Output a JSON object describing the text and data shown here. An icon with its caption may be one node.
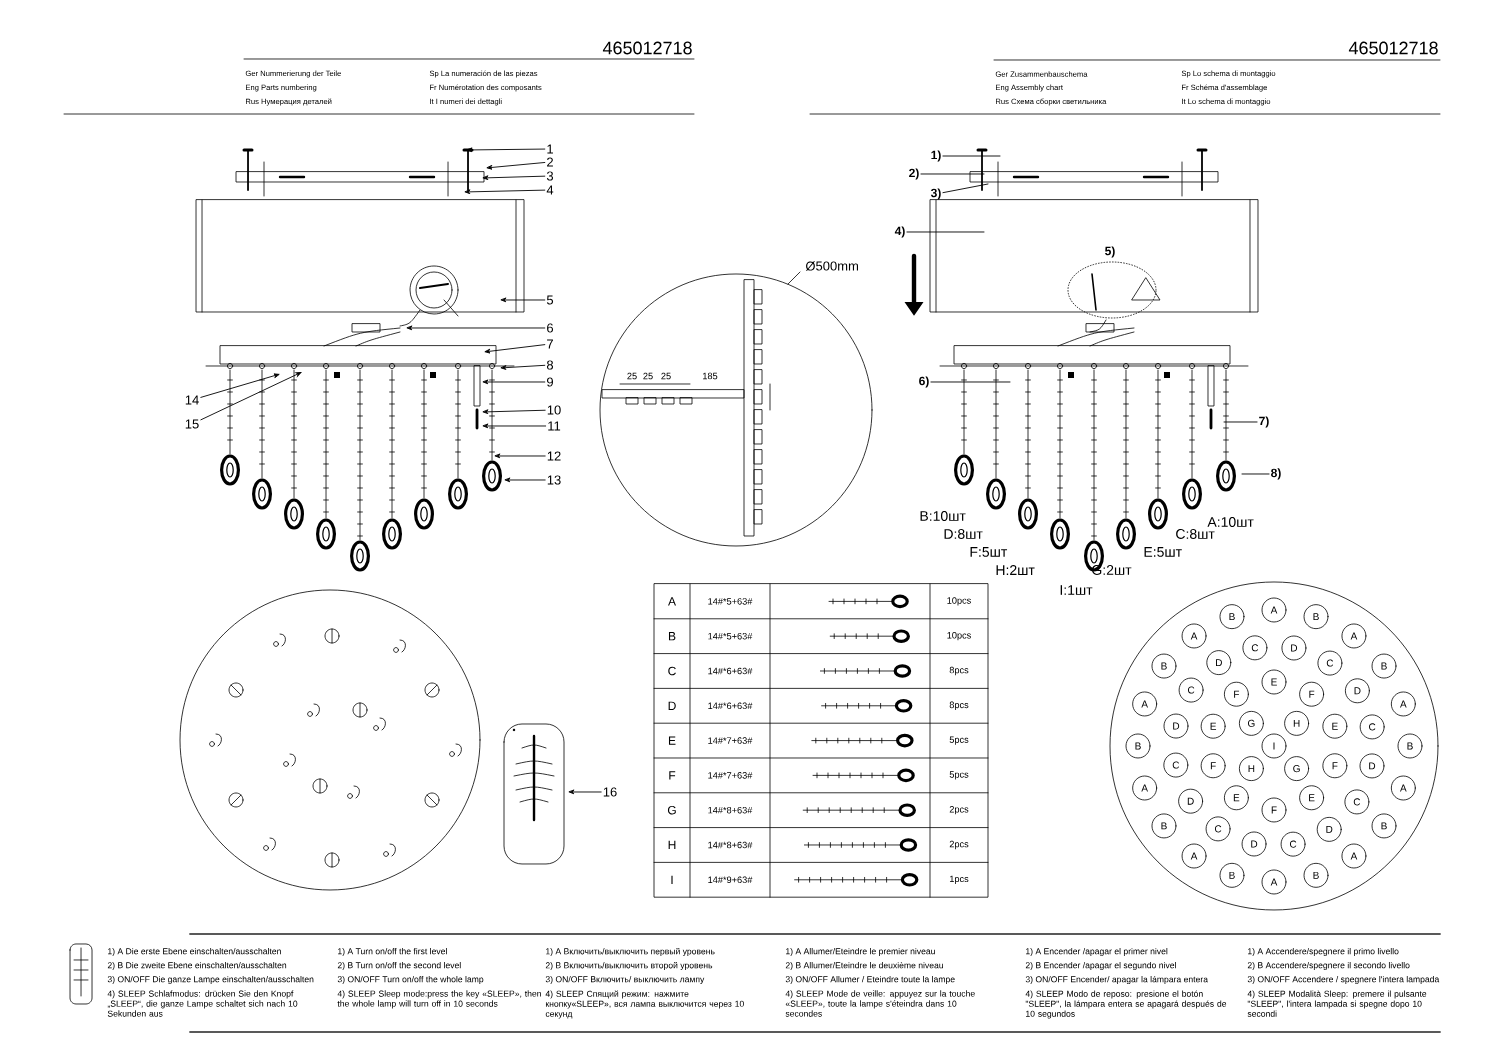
{
  "diagram": {
    "nodes": [
      {
        "text": [
          "1"
        ]
      },
      {
        "text": [
          "2"
        ]
      },
      {
        "text": [
          "3"
        ]
      },
      {
        "text": [
          "4"
        ]
      },
      {
        "text": [
          "5"
        ]
      },
      {
        "text": [
          "6"
        ]
      },
      {
        "text": [
          "7"
        ]
      },
      {
        "text": [
          "8"
        ]
      },
      {
        "text": [
          "9"
        ]
      },
      {
        "text": [
          "10"
        ]
      },
      {
        "text": [
          "11"
        ]
      },
      {
        "text": [
          "12"
        ]
      },
      {
        "text": [
          "13"
        ]
      },
      {
        "text": [
          "14"
        ]
      },
      {
        "text": [
          "15"
        ]
      },
      {
        "text": [
          "16"
        ]
      },
      {
        "text": [
          "1)"
        ]
      },
      {
        "text": [
          "2)"
        ]
      },
      {
        "text": [
          "3)"
        ]
      },
      {
        "text": [
          "4)"
        ]
      },
      {
        "text": [
          "6)"
        ]
      },
      {
        "text": [
          "7)"
        ]
      },
      {
        "text": [
          "8)"
        ]
      }
    ],
    "edges": [
      {
        "from": 0,
        "to": null,
        "arrow": "to"
      },
      {
        "from": 1,
        "to": null,
        "arrow": "to"
      },
      {
        "from": 2,
        "to": null,
        "arrow": "to"
      },
      {
        "from": 3,
        "to": null,
        "arrow": "to"
      },
      {
        "from": 4,
        "to": null,
        "arrow": "to"
      },
      {
        "from": 5,
        "to": null,
        "arrow": "to"
      },
      {
        "from": 6,
        "to": null,
        "arrow": "to"
      },
      {
        "from": 7,
        "to": null,
        "arrow": "to"
      },
      {
        "from": 8,
        "to": null,
        "arrow": "to"
      },
      {
        "from": 9,
        "to": null,
        "arrow": "to"
      },
      {
        "from": 10,
        "to": null,
        "arrow": "to"
      },
      {
        "from": 11,
        "to": null,
        "arrow": "to"
      },
      {
        "from": 12,
        "to": null,
        "arrow": "to"
      },
      {
        "from": 13,
        "to": null,
        "arrow": "to"
      },
      {
        "from": 14,
        "to": null,
        "arrow": "to"
      },
      {
        "from": 15,
        "to": null,
        "arrow": "to"
      },
      {
        "from": 16,
        "to": null,
        "arrow": "none"
      },
      {
        "from": 17,
        "to": null,
        "arrow": "none"
      },
      {
        "from": 18,
        "to": null,
        "arrow": "none"
      },
      {
        "from": 19,
        "to": null,
        "arrow": "none"
      },
      {
        "from": 20,
        "to": null,
        "arrow": "none"
      },
      {
        "from": 21,
        "to": null,
        "arrow": "none"
      },
      {
        "from": 22,
        "to": null,
        "arrow": "none"
      }
    ],
    "labels": [
      "465012718",
      "Ger Nummerierung der Teile",
      "Eng Parts numbering",
      "Rus Нумерация деталей",
      "Sp La numeración de las piezas",
      "Fr Numérotation des composants",
      "It I numeri dei dettagli",
      "465012718",
      "Ger Zusammenbauschema",
      "Eng Assembly chart",
      "Rus Схема сборки светильника",
      "Sp Lo schema di montaggio",
      "Fr Schéma d'assemblage",
      "It Lo schema di montaggio",
      "5)",
      "Ø500mm",
      "25",
      "25",
      "25",
      "185",
      "B:10шт",
      "D:8шт",
      "F:5шт",
      "H:2шт",
      "I:1шт",
      "G:2шт",
      "E:5шт",
      "C:8шт",
      "A:10шт",
      "A",
      "14#*5+63#",
      "10pcs",
      "B",
      "14#*5+63#",
      "10pcs",
      "C",
      "14#*6+63#",
      "8pcs",
      "D",
      "14#*6+63#",
      "8pcs",
      "E",
      "14#*7+63#",
      "5pcs",
      "F",
      "14#*7+63#",
      "5pcs",
      "G",
      "14#*8+63#",
      "2pcs",
      "H",
      "14#*8+63#",
      "2pcs",
      "I",
      "14#*9+63#",
      "1pcs",
      "A",
      "B",
      "A",
      "B",
      "A",
      "B",
      "A",
      "B",
      "A",
      "B",
      "A",
      "B",
      "A",
      "B",
      "A",
      "B",
      "A",
      "B",
      "A",
      "B",
      "C",
      "D",
      "C",
      "D",
      "C",
      "D",
      "C",
      "D",
      "C",
      "D",
      "C",
      "D",
      "C",
      "D",
      "C",
      "D",
      "E",
      "F",
      "E",
      "F",
      "E",
      "F",
      "E",
      "F",
      "E",
      "F",
      "G",
      "H",
      "G",
      "H",
      "I",
      "1) A Die erste Ebene einschalten/ausschalten",
      "2) B Die zweite Ebene einschalten/ausschalten",
      "3) ON/OFF Die ganze Lampe einschalten/ausschalten",
      "4) SLEEP Schlafmodus: drücken Sie den Knopf „SLEEP“, die ganze Lampe schaltet sich nach 10 Sekunden aus",
      "1) A Turn on/off the first level",
      "2) B Turn on/off the second level",
      "3) ON/OFF Turn on/off the whole lamp",
      "4) SLEEP Sleep mode:press the key «SLEEP», then the whole lamp will turn off in 10 seconds",
      "1) A Включить/выключить первый уровень",
      "2) B Включить/выключить второй уровень",
      "3) ON/OFF Включить/ выключить лампу",
      "4) SLEEP Спящий режим: нажмите кнопку«SLEEP», вся лампа выключится через 10 секунд",
      "1) A Allumer/Eteindre le premier niveau",
      "2) B Allumer/Eteindre le deuxième niveau",
      "3) ON/OFF Allumer / Eteindre toute la lampe",
      "4) SLEEP Mode de veille: appuyez sur la touche «SLEEP», toute la lampe s'éteindra dans 10 secondes",
      "1) A Encender /apagar el primer nivel",
      "2) B Encender /apagar el segundo nivel",
      "3) ON/OFF Encender/ apagar la lámpara entera",
      "4) SLEEP Modo de reposo: presione el botón \"SLEEP\", la lámpara entera se apagará después de 10 segundos",
      "1) A Accendere/spegnere il primo livello",
      "2) B Accendere/spegnere il secondo livello",
      "3) ON/OFF Accendere / spegnere l'intera lampada",
      "4) SLEEP Modalità Sleep: premere il pulsante \"SLEEP\", l'intera lampada si spegne dopo 10 secondi"
    ]
  }
}
